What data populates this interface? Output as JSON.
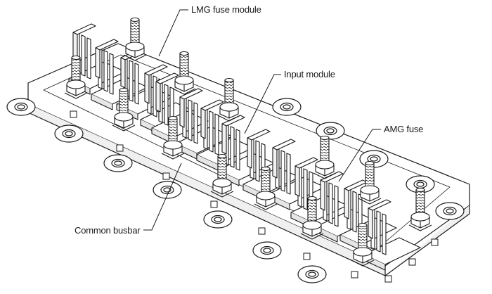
{
  "labels": {
    "lmg_fuse_module": "LMG fuse module",
    "input_module": "Input module",
    "amg_fuse": "AMG fuse",
    "common_busbar": "Common busbar"
  },
  "colors": {
    "line": "#1a1a1a",
    "fill": "#ffffff",
    "shade": "#d9d9d9"
  }
}
